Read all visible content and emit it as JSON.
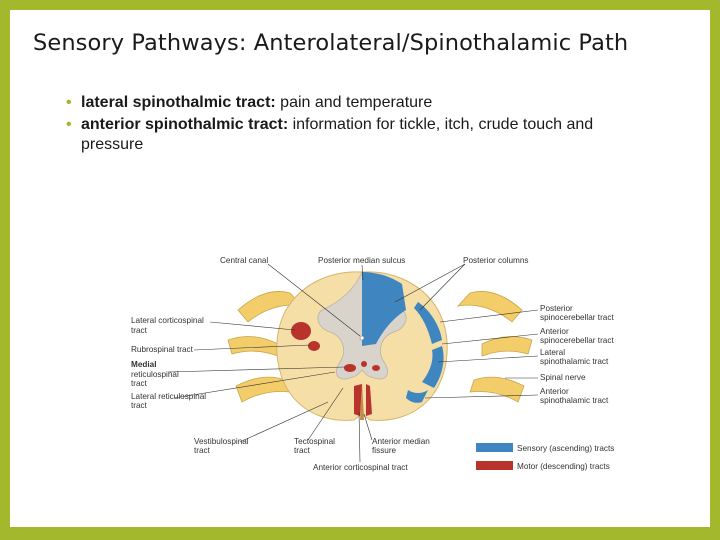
{
  "title": "Sensory Pathways: Anterolateral/Spinothalamic Path",
  "bullets": [
    {
      "term": "lateral spinothalmic tract:",
      "text": " pain and temperature"
    },
    {
      "term": "anterior spinothalmic tract:",
      "text": " information for tickle, itch, crude touch and pressure"
    }
  ],
  "bullet_glyph": "•",
  "diagram": {
    "labels": {
      "central_canal": "Central canal",
      "posterior_median_sulcus": "Posterior median sulcus",
      "posterior_columns": "Posterior columns",
      "lateral_corticospinal_1": "Lateral corticospinal",
      "lateral_corticospinal_2": "tract",
      "rubrospinal": "Rubrospinal tract",
      "medial_reticulospinal_1": "Medial",
      "medial_reticulospinal_2": "reticulospinal",
      "medial_reticulospinal_3": "tract",
      "lateral_reticulospinal_1": "Lateral reticulospinal",
      "lateral_reticulospinal_2": "tract",
      "posterior_spinocerebellar_1": "Posterior",
      "posterior_spinocerebellar_2": "spinocerebellar tract",
      "anterior_spinocerebellar_1": "Anterior",
      "anterior_spinocerebellar_2": "spinocerebellar tract",
      "lateral_spinothalamic_1": "Lateral",
      "lateral_spinothalamic_2": "spinothalamic tract",
      "spinal_nerve": "Spinal nerve",
      "anterior_spinothalamic_1": "Anterior",
      "anterior_spinothalamic_2": "spinothalamic tract",
      "vestibulospinal_1": "Vestibulospinal",
      "vestibulospinal_2": "tract",
      "tectospinal_1": "Tectospinal",
      "tectospinal_2": "tract",
      "anterior_median_1": "Anterior median",
      "anterior_median_2": "fissure",
      "anterior_corticospinal": "Anterior corticospinal tract"
    },
    "legend": {
      "sensory": "Sensory (ascending) tracts",
      "motor": "Motor (descending) tracts"
    },
    "colors": {
      "sensory": "#3f86c0",
      "motor": "#b8332b",
      "white_matter": "#f6dfa6",
      "gray_matter": "#d8d4cc",
      "nerve": "#f2cd6a",
      "frame": "#a3b82d"
    }
  }
}
